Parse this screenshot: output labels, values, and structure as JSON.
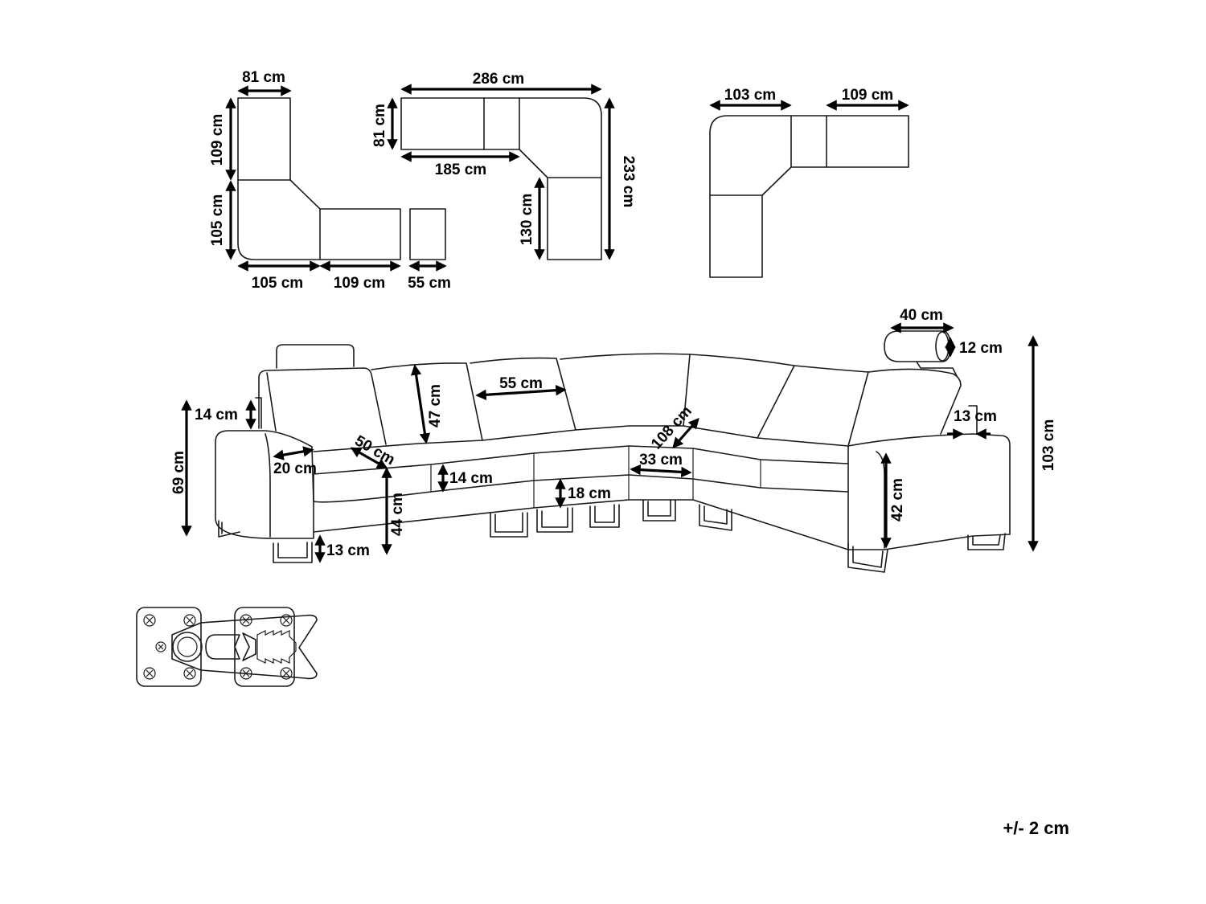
{
  "labels": {
    "top_left_width": "81 cm",
    "top_left_back_height": "109 cm",
    "top_left_corner_height": "105 cm",
    "top_left_corner_width": "105 cm",
    "top_left_seat_width": "109 cm",
    "top_left_ottoman_width": "55 cm",
    "top_mid_total_width": "286 cm",
    "top_mid_depth": "81 cm",
    "top_mid_side_length": "185 cm",
    "top_mid_leg_height": "130 cm",
    "top_mid_total_height": "233 cm",
    "top_right_corner_width": "103 cm",
    "top_right_seat_width": "109 cm",
    "headrest_width": "40 cm",
    "headrest_height": "12 cm",
    "arm_height": "14 cm",
    "total_height": "69 cm",
    "arm_width": "20 cm",
    "seat_depth": "50 cm",
    "seat_cushion_height": "14 cm",
    "back_height": "47 cm",
    "cushion_width": "55 cm",
    "seat_height": "44 cm",
    "leg_height_left": "13 cm",
    "seat_base": "18 cm",
    "corner_depth": "108 cm",
    "corner_seat": "33 cm",
    "arm_side": "13 cm",
    "overall_height": "103 cm",
    "side_height": "42 cm"
  },
  "tolerance": "+/- 2 cm",
  "icons": {
    "connector": "connector-bracket-icon"
  }
}
